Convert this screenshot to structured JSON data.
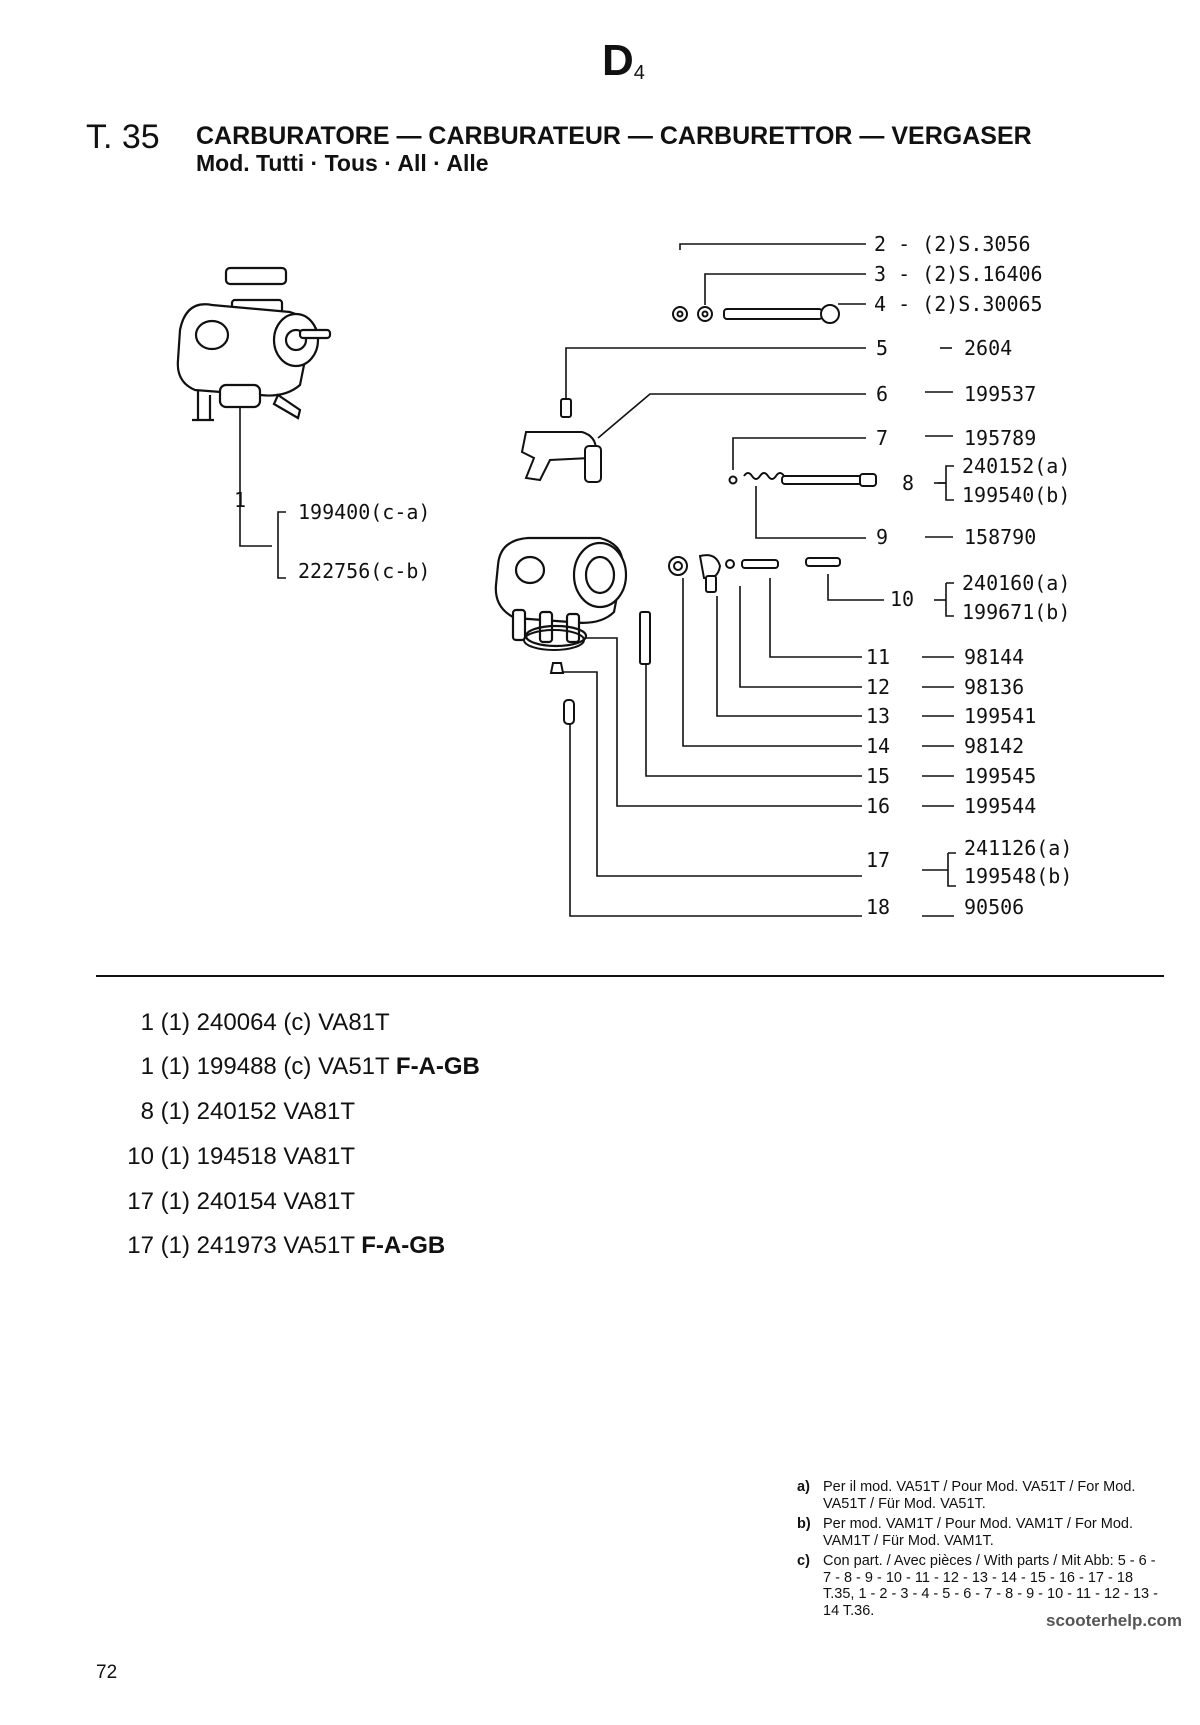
{
  "header": {
    "section_letter": "D",
    "section_index": "4",
    "table_number": "T. 35",
    "title": "CARBURATORE — CARBURATEUR — CARBURETTOR — VERGASER",
    "subtitle": "Mod. Tutti · Tous · All · Alle"
  },
  "diagram": {
    "assembly_ref": "1",
    "assembly_parts": [
      "199400(c-a)",
      "222756(c-b)"
    ],
    "parts": [
      {
        "ref": "2 - (2)S.3056",
        "code": ""
      },
      {
        "ref": "3 - (2)S.16406",
        "code": ""
      },
      {
        "ref": "4 - (2)S.30065",
        "code": ""
      },
      {
        "ref": "5",
        "code": "2604"
      },
      {
        "ref": "6",
        "code": "199537"
      },
      {
        "ref": "7",
        "code": "195789"
      },
      {
        "ref": "8",
        "codes": [
          "240152(a)",
          "199540(b)"
        ]
      },
      {
        "ref": "9",
        "code": "158790"
      },
      {
        "ref": "10",
        "codes": [
          "240160(a)",
          "199671(b)"
        ]
      },
      {
        "ref": "11",
        "code": "98144"
      },
      {
        "ref": "12",
        "code": "98136"
      },
      {
        "ref": "13",
        "code": "199541"
      },
      {
        "ref": "14",
        "code": "98142"
      },
      {
        "ref": "15",
        "code": "199545"
      },
      {
        "ref": "16",
        "code": "199544"
      },
      {
        "ref": "17",
        "codes": [
          "241126(a)",
          "199548(b)"
        ]
      },
      {
        "ref": "18",
        "code": "90506"
      }
    ]
  },
  "notes": [
    {
      "ref": "1",
      "text": "(1) 240064 (c) VA81T",
      "suffix": ""
    },
    {
      "ref": "1",
      "text": "(1) 199488 (c) VA51T",
      "suffix": "F-A-GB"
    },
    {
      "ref": "8",
      "text": "(1) 240152 VA81T",
      "suffix": ""
    },
    {
      "ref": "10",
      "text": "(1) 194518 VA81T",
      "suffix": ""
    },
    {
      "ref": "17",
      "text": "(1) 240154 VA81T",
      "suffix": ""
    },
    {
      "ref": "17",
      "text": "(1) 241973 VA51T",
      "suffix": "F-A-GB"
    }
  ],
  "footnotes": [
    {
      "key": "a)",
      "text": "Per il mod. VA51T / Pour Mod. VA51T / For Mod. VA51T / Für Mod. VA51T."
    },
    {
      "key": "b)",
      "text": "Per mod. VAM1T / Pour Mod. VAM1T / For Mod. VAM1T / Für Mod. VAM1T."
    },
    {
      "key": "c)",
      "text": "Con part. / Avec pièces / With parts / Mit Abb: 5 - 6 - 7 - 8 - 9 - 10 - 11 - 12 - 13 - 14 - 15 - 16 - 17 - 18 T.35, 1 - 2 - 3 - 4 - 5 - 6 - 7 - 8 - 9 - 10 - 11 - 12 - 13 - 14 T.36."
    }
  ],
  "page_number": "72",
  "watermark": "scooterhelp.com"
}
